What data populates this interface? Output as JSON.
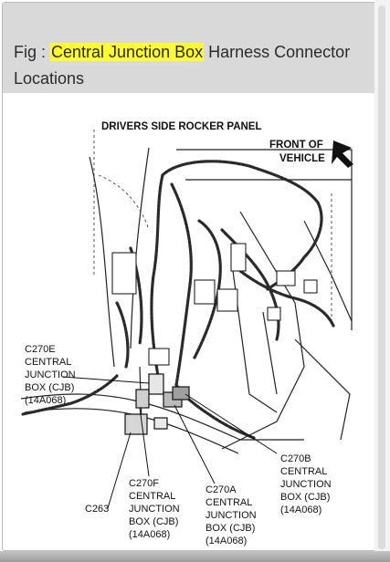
{
  "caption": {
    "prefix": "Fig : ",
    "highlight": "Central Junction Box",
    "suffix": " Harness Connector Locations"
  },
  "diagram": {
    "title": "DRIVERS SIDE ROCKER PANEL",
    "front_label_1": "FRONT OF",
    "front_label_2": "VEHICLE",
    "c270e": [
      "C270E",
      "CENTRAL",
      "JUNCTION",
      "BOX (CJB)",
      "(14A068)"
    ],
    "c263": "C263",
    "c270f": [
      "C270F",
      "CENTRAL",
      "JUNCTION",
      "BOX (CJB)",
      "(14A068)"
    ],
    "c270a": [
      "C270A",
      "CENTRAL",
      "JUNCTION",
      "BOX (CJB)",
      "(14A068)"
    ],
    "c270b": [
      "C270B",
      "CENTRAL",
      "JUNCTION",
      "BOX (CJB)",
      "(14A068)"
    ]
  },
  "colors": {
    "highlight": "#ffff33",
    "caption_bg": "#d9d9d9"
  }
}
